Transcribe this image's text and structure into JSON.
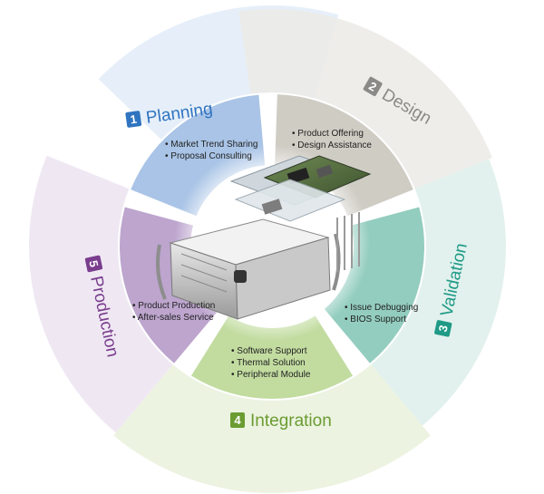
{
  "stages": [
    {
      "number": "1",
      "name": "Planning",
      "color": "#2f74c0",
      "inner_color": "#a9c4e6",
      "outer_color": "#e2ecf8",
      "bullets": [
        "• Market Trend Sharing",
        "• Proposal Consulting"
      ]
    },
    {
      "number": "2",
      "name": "Design",
      "color": "#8a8a86",
      "inner_color": "#cfccc4",
      "outer_color": "#ebeae6",
      "bullets": [
        "• Product Offering",
        "• Design Assistance"
      ]
    },
    {
      "number": "3",
      "name": "Validation",
      "color": "#1f9a86",
      "inner_color": "#93cdbf",
      "outer_color": "#ddefea",
      "bullets": [
        "• Issue Debugging",
        "• BIOS Support"
      ]
    },
    {
      "number": "4",
      "name": "Integration",
      "color": "#6b9c32",
      "inner_color": "#c2dca0",
      "outer_color": "#e9f1dc",
      "bullets": [
        "• Software Support",
        "• Thermal Solution",
        "• Peripheral Module"
      ]
    },
    {
      "number": "5",
      "name": "Production",
      "color": "#7a3d8e",
      "inner_color": "#bda5ce",
      "outer_color": "#ece4f1",
      "bullets": [
        "• Product Production",
        "• After-sales Service"
      ]
    }
  ],
  "center_image": "industrial-pc-chassis-and-embedded-board"
}
